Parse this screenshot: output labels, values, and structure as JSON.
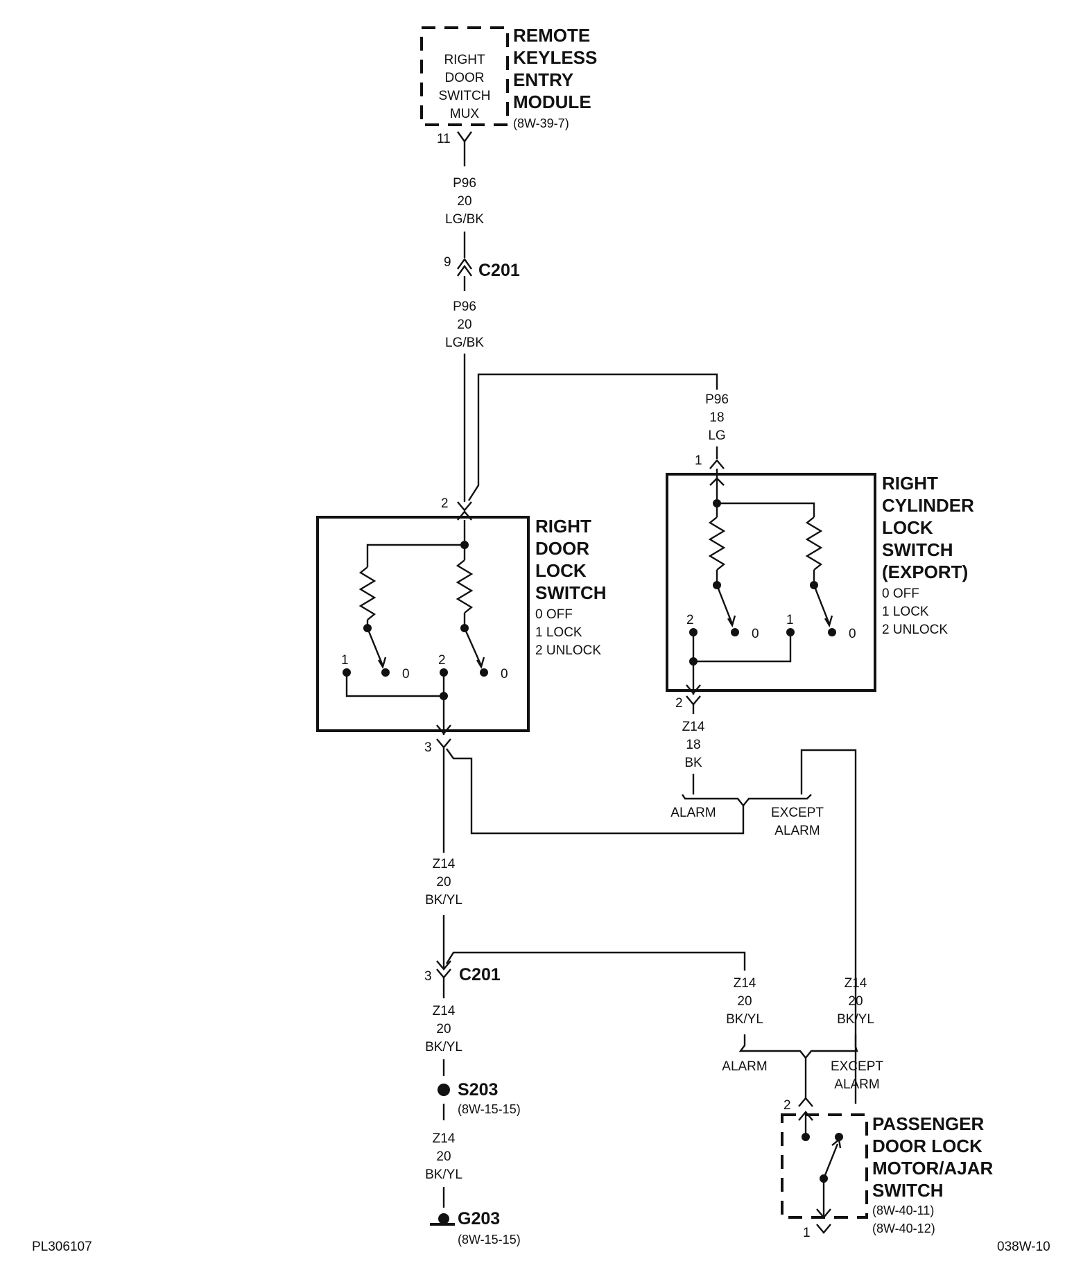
{
  "remote_keyless": {
    "title": [
      "REMOTE",
      "KEYLESS",
      "ENTRY",
      "MODULE"
    ],
    "ref": "(8W-39-7)",
    "inner": [
      "RIGHT",
      "DOOR",
      "SWITCH",
      "MUX"
    ],
    "pin": "11"
  },
  "c201": {
    "name": "C201",
    "pin_top": "9",
    "pin_bottom": "3"
  },
  "wire_p96_20": [
    "P96",
    "20",
    "LG/BK"
  ],
  "wire_p96_18": [
    "P96",
    "18",
    "LG"
  ],
  "right_door_lock_switch": {
    "title": [
      "RIGHT",
      "DOOR",
      "LOCK",
      "SWITCH"
    ],
    "states": [
      "0 OFF",
      "1 LOCK",
      "2 UNLOCK"
    ],
    "pin_top": "2",
    "pin_bottom": "3",
    "contacts": {
      "one": "1",
      "two": "2",
      "zero": "0"
    }
  },
  "right_cylinder_lock_switch": {
    "title": [
      "RIGHT",
      "CYLINDER",
      "LOCK",
      "SWITCH",
      "(EXPORT)"
    ],
    "states": [
      "0 OFF",
      "1 LOCK",
      "2 UNLOCK"
    ],
    "pin_top": "1",
    "pin_bottom": "2",
    "contacts": {
      "one": "1",
      "two": "2",
      "zero": "0"
    }
  },
  "wire_z14_18": [
    "Z14",
    "18",
    "BK"
  ],
  "wire_z14_20": [
    "Z14",
    "20",
    "BK/YL"
  ],
  "options": {
    "alarm": "ALARM",
    "except": [
      "EXCEPT",
      "ALARM"
    ]
  },
  "s203": {
    "name": "S203",
    "ref": "(8W-15-15)"
  },
  "g203": {
    "name": "G203",
    "ref": "(8W-15-15)"
  },
  "passenger_door": {
    "title": [
      "PASSENGER",
      "DOOR LOCK",
      "MOTOR/AJAR",
      "SWITCH"
    ],
    "refs": [
      "(8W-40-11)",
      "(8W-40-12)"
    ],
    "pin_top": "2",
    "pin_bottom": "1"
  },
  "footer": {
    "left": "PL306107",
    "right": "038W-10"
  }
}
